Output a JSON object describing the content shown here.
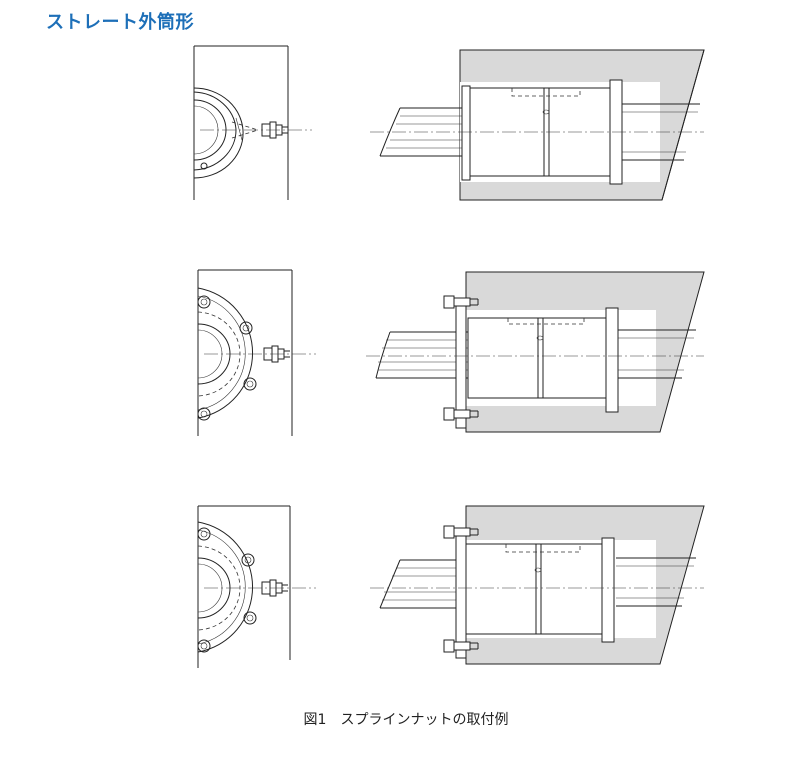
{
  "heading": "ストレート外筒形",
  "caption": {
    "number": "図1",
    "text": "スプラインナットの取付例"
  },
  "colors": {
    "heading": "#1d6fb8",
    "housing_fill": "#d9d9d9",
    "line": "#222222"
  }
}
